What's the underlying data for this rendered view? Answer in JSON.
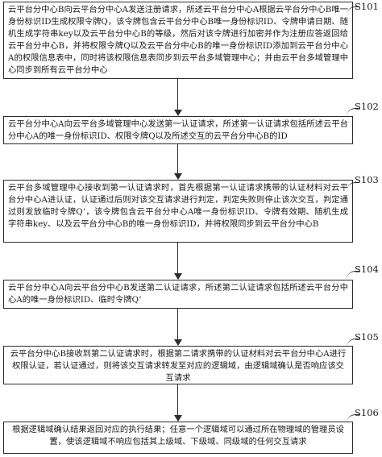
{
  "steps": [
    {
      "id": "S101",
      "text": "云平台分中心B向云平台分中心A发送注册请求，所述云平台分中心A根据云平台分中心B唯一身份标识ID生成权限令牌Q，该令牌包含云平台分中心B唯一身份标识ID、令牌申请日期、随机生成字符串key以及云平台分中心B的等级，然后对该令牌进行加密并作为注册应答返回给云平台分中心B，并将权限令牌Q以及云平台分中心B的唯一身份标识ID添加到云平台分中心A的权限信息表中，同时将该权限信息表同步到云平台多域管理中心；并由云平台多域管理中心同步到所有云平台分中心"
    },
    {
      "id": "S102",
      "text": "云平台分中心A向云平台多域管理中心发送第一认证请求，所述第一认证请求包括所述云平台分中心A的唯一身份标识ID、权限令牌Q以及所述交互的云平台分中心B的ID"
    },
    {
      "id": "S103",
      "text": "云平台多域管理中心接收到第一认证请求时，首先根据第一认证请求携带的认证材料对云平台分中心A进认证，认证通过后则对该交互请求进行判定，判定失败则停止该次交互，判定通过则发放临时令牌Q’，该令牌包含云平台分中心A唯一身份标识ID、令牌有效期、随机生成字符串key、以及云平台分中心B的唯一身份标识ID，并将权限同步到云平台分中心B"
    },
    {
      "id": "S104",
      "text": "云平台分中心A向云平台分中心B发送第二认证请求，所述第二认证请求包括所述云平台分中心A的唯一身份标识ID、临时令牌Q’"
    },
    {
      "id": "S105",
      "text": "云平台分中心B接收到第二认证请求时，根据第二请求携带的认证材料对云平台分中心A进行权限认证，若认证通过，则将该交互请求转发至对应的逻辑域，由逻辑域确认是否响应该交互请求"
    },
    {
      "id": "S106",
      "text": "根据逻辑域确认结果返回对应的执行结果；任意一个逻辑域可以通过所在物理域的管理员设置，使该逻辑域不响应包括其上级域、下级域、同级域的任何交互请求"
    }
  ]
}
